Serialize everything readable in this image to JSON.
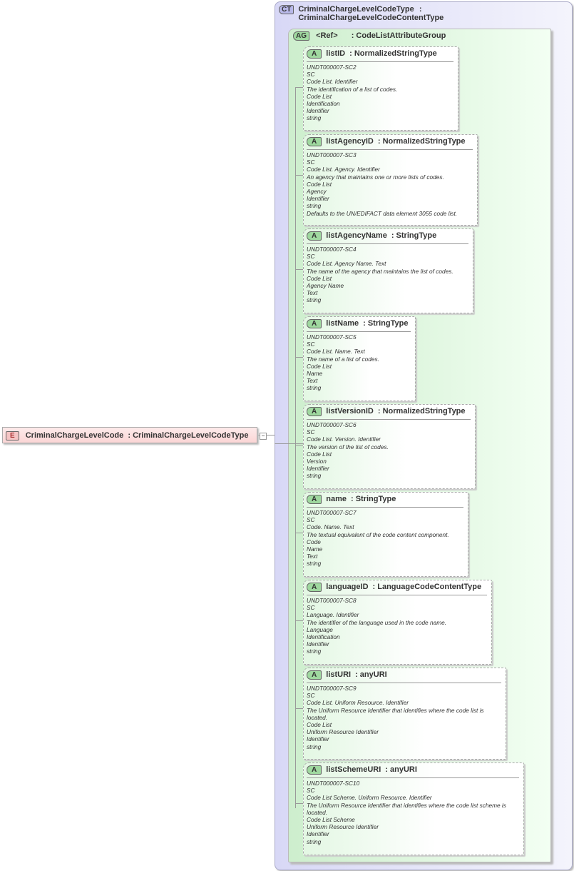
{
  "element": {
    "badge": "E",
    "name": "CriminalChargeLevelCode",
    "type": ": CriminalChargeLevelCodeType"
  },
  "complex_type": {
    "badge": "CT",
    "name": "CriminalChargeLevelCodeType",
    "type": ": CriminalChargeLevelCodeContentType"
  },
  "attribute_group": {
    "badge": "AG",
    "name": "<Ref>",
    "type": ": CodeListAttributeGroup"
  },
  "attributes": [
    {
      "badge": "A",
      "name": "listID",
      "type": ": NormalizedStringType",
      "lines": [
        "UNDT000007-SC2",
        "SC",
        "Code List. Identifier",
        "The identification of a list of codes.",
        "Code List",
        "Identification",
        "Identifier",
        "string"
      ]
    },
    {
      "badge": "A",
      "name": "listAgencyID",
      "type": ": NormalizedStringType",
      "lines": [
        "UNDT000007-SC3",
        "SC",
        "Code List. Agency. Identifier",
        "An agency that maintains one or more lists of codes.",
        "Code List",
        "Agency",
        "Identifier",
        "string",
        "Defaults to the UN/EDIFACT data element 3055 code list."
      ]
    },
    {
      "badge": "A",
      "name": "listAgencyName",
      "type": ": StringType",
      "lines": [
        "UNDT000007-SC4",
        "SC",
        "Code List. Agency Name. Text",
        "The name of the agency that maintains the list of codes.",
        "Code List",
        "Agency Name",
        "Text",
        "string"
      ]
    },
    {
      "badge": "A",
      "name": "listName",
      "type": ": StringType",
      "lines": [
        "UNDT000007-SC5",
        "SC",
        "Code List. Name. Text",
        "The name of a list of codes.",
        "Code List",
        "Name",
        "Text",
        "string"
      ]
    },
    {
      "badge": "A",
      "name": "listVersionID",
      "type": ": NormalizedStringType",
      "lines": [
        "UNDT000007-SC6",
        "SC",
        "Code List. Version. Identifier",
        "The version of the list of codes.",
        "Code List",
        "Version",
        "Identifier",
        "string"
      ]
    },
    {
      "badge": "A",
      "name": "name",
      "type": ": StringType",
      "lines": [
        "UNDT000007-SC7",
        "SC",
        "Code. Name. Text",
        "The textual equivalent of the code content component.",
        "Code",
        "Name",
        "Text",
        "string"
      ]
    },
    {
      "badge": "A",
      "name": "languageID",
      "type": ": LanguageCodeContentType",
      "lines": [
        "UNDT000007-SC8",
        "SC",
        "Language. Identifier",
        "The identifier of the language used in the code name.",
        "Language",
        "Identification",
        "Identifier",
        "string"
      ]
    },
    {
      "badge": "A",
      "name": "listURI",
      "type": ": anyURI",
      "lines": [
        "UNDT000007-SC9",
        "SC",
        "Code List. Uniform Resource. Identifier",
        "The Uniform Resource Identifier that identifies where the code list is located.",
        "Code List",
        "Uniform Resource Identifier",
        "Identifier",
        "string"
      ]
    },
    {
      "badge": "A",
      "name": "listSchemeURI",
      "type": ": anyURI",
      "lines": [
        "UNDT000007-SC10",
        "SC",
        "Code List Scheme. Uniform Resource. Identifier",
        "The Uniform Resource Identifier that identifies where the code list scheme is located.",
        "Code List Scheme",
        "Uniform Resource Identifier",
        "Identifier",
        "string"
      ]
    }
  ]
}
